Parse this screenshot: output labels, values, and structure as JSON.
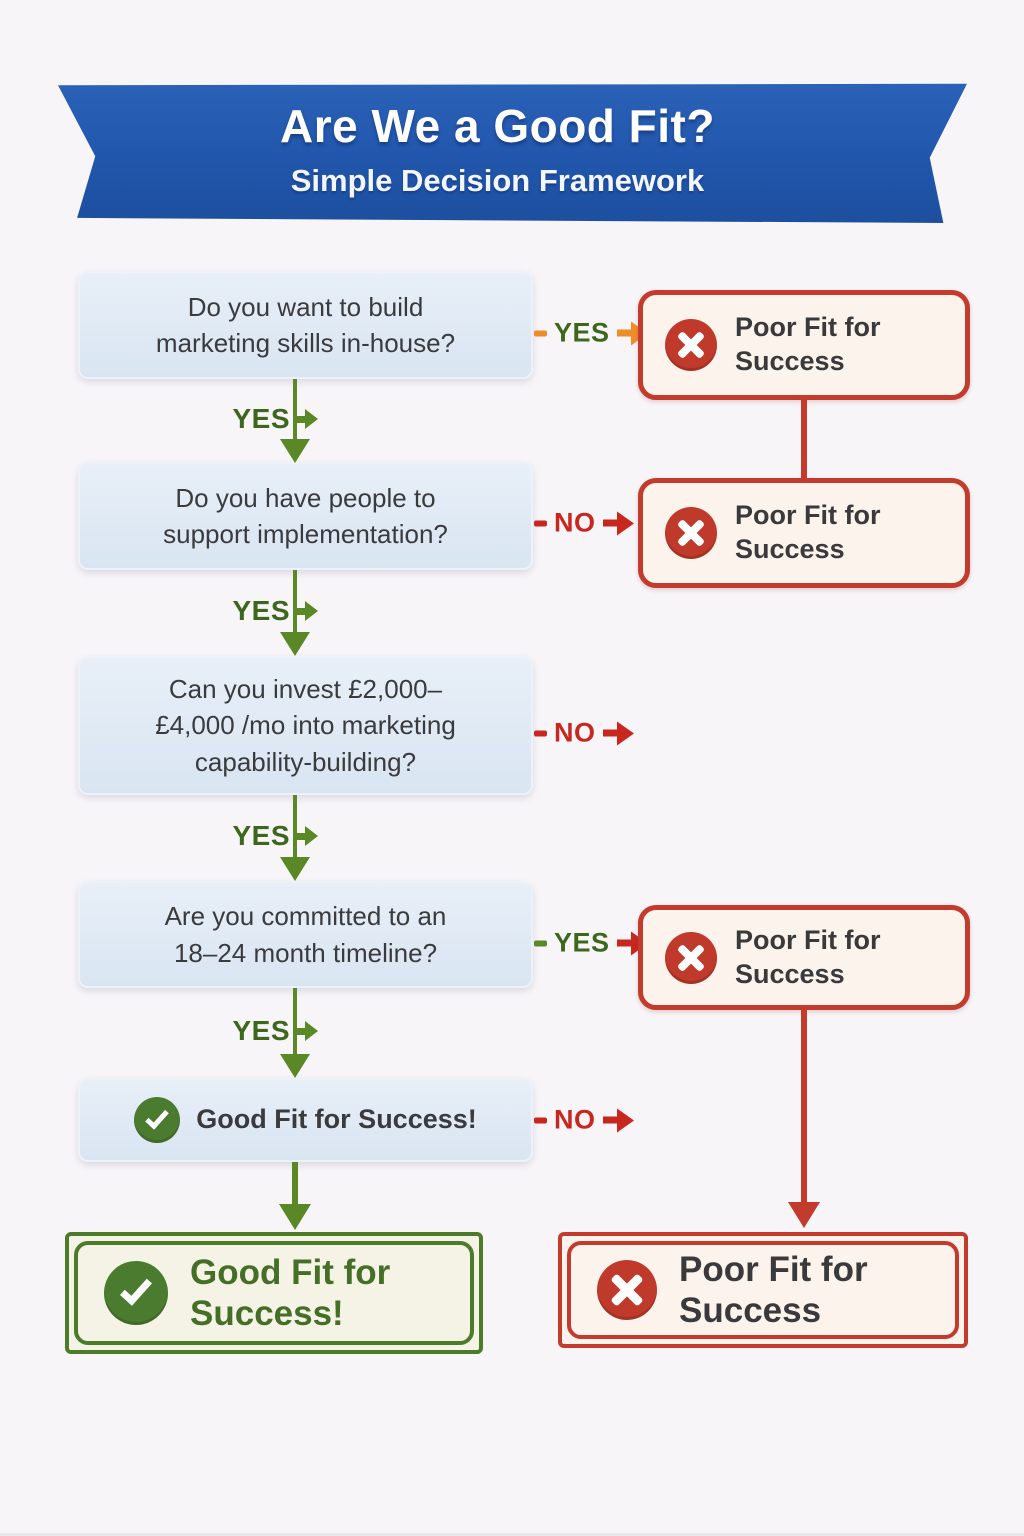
{
  "banner": {
    "title": "Are We a Good Fit?",
    "subtitle": "Simple Decision Framework"
  },
  "questions": [
    {
      "lines": [
        "Do you want to build",
        "marketing skills in-house?"
      ],
      "side_branch": {
        "label": "YES",
        "target": "Poor Fit for Success"
      },
      "down_label": "YES"
    },
    {
      "lines": [
        "Do you have people to",
        "support implementation?"
      ],
      "side_branch": {
        "label": "NO",
        "target": "Poor Fit for Success"
      },
      "down_label": "YES"
    },
    {
      "lines": [
        "Can you invest £2,000–",
        "£4,000 /mo into marketing",
        "capability-building?"
      ],
      "side_branch": {
        "label": "NO",
        "target": ""
      },
      "down_label": "YES"
    },
    {
      "lines": [
        "Are you committed to an",
        "18–24 month timeline?"
      ],
      "side_branch": {
        "label": "YES",
        "target": "Poor Fit for Success"
      },
      "down_label": "YES"
    },
    {
      "lines": [
        "Good Fit for Success!"
      ],
      "side_branch": {
        "label": "NO",
        "target": ""
      }
    }
  ],
  "poor_fit_box": {
    "lines": [
      "Poor Fit for",
      "Success"
    ]
  },
  "outcomes": {
    "good": {
      "lines": [
        "Good Fit for",
        "Success!"
      ]
    },
    "poor": {
      "lines": [
        "Poor Fit for",
        "Success"
      ]
    }
  },
  "colors": {
    "banner_blue": "#2156ac",
    "question_box_bg": "#dde7f3",
    "text_dark": "#3b3b3e",
    "green_arrow": "#5a8826",
    "green_text": "#3c671c",
    "green_border": "#4c7b29",
    "green_circle": "#4a7b2f",
    "red_border": "#c23b2c",
    "red_circle": "#bf3a2b",
    "red_text": "#c8271f",
    "orange_arrow": "#ef8c2a",
    "cream_poor": "#fbf3ec",
    "cream_good": "#f4f3e6",
    "background": "#f7f5f8"
  }
}
